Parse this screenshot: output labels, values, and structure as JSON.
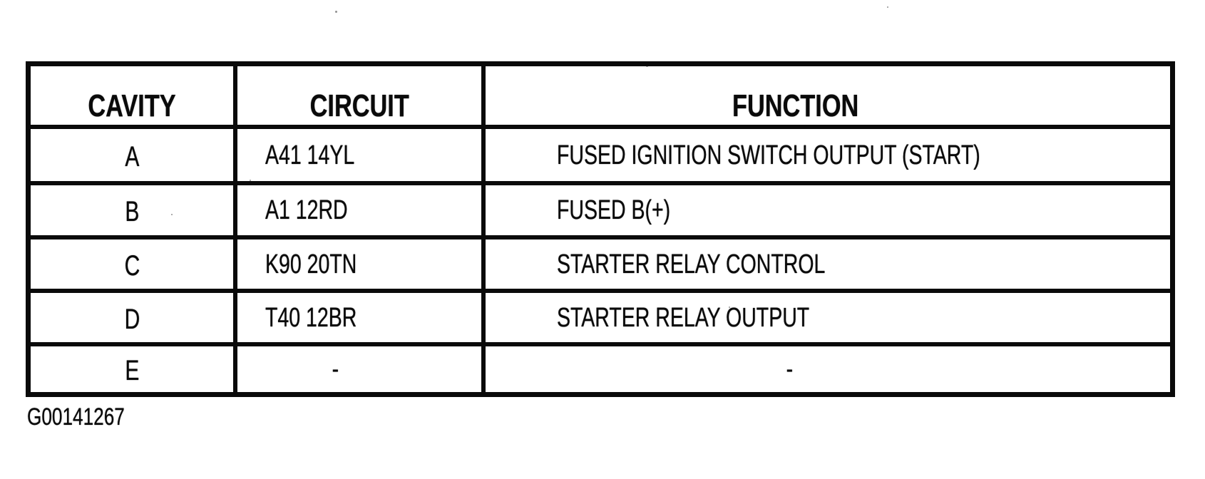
{
  "figure": {
    "id": "G00141267"
  },
  "colors": {
    "ink": "#0a0a0a",
    "paper": "#ffffff"
  },
  "table": {
    "columns": [
      {
        "label": "CAVITY"
      },
      {
        "label": "CIRCUIT"
      },
      {
        "label": "FUNCTION"
      }
    ],
    "rows": [
      {
        "cavity": "A",
        "circuit": "A41 14YL",
        "function": "FUSED IGNITION SWITCH OUTPUT (START)"
      },
      {
        "cavity": "B",
        "circuit": "A1 12RD",
        "function": "FUSED B(+)"
      },
      {
        "cavity": "C",
        "circuit": "K90 20TN",
        "function": "STARTER RELAY CONTROL"
      },
      {
        "cavity": "D",
        "circuit": "T40 12BR",
        "function": "STARTER RELAY OUTPUT"
      },
      {
        "cavity": "E",
        "circuit": "-",
        "function": "-"
      }
    ]
  }
}
